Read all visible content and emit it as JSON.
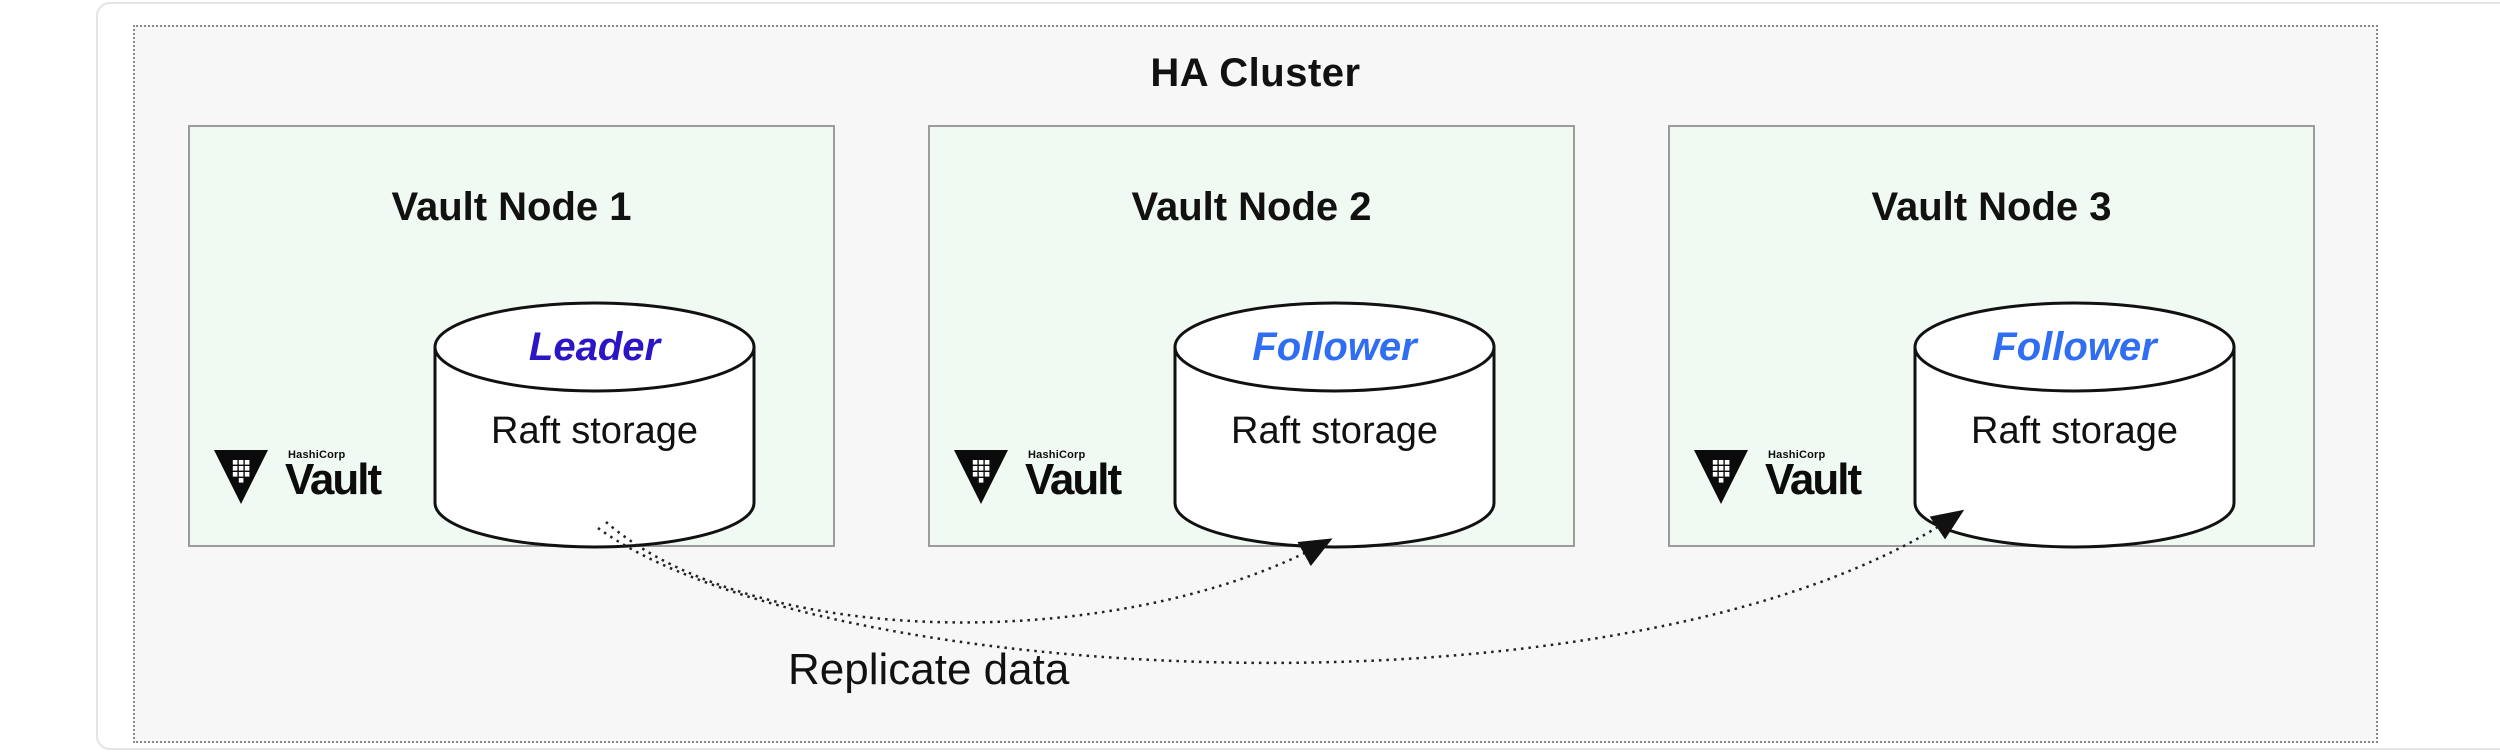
{
  "diagram": {
    "title": "HA Cluster",
    "replication_label": "Replicate data",
    "logo": {
      "brand": "HashiCorp",
      "product": "Vault"
    },
    "colors": {
      "leader": "#2B16C6",
      "follower": "#2F6DF2",
      "node_fill": "#f0f9f2",
      "cluster_fill": "#f7f7f7",
      "box_border": "#9c9c9c",
      "arrow": "#222222"
    },
    "nodes": [
      {
        "title": "Vault Node 1",
        "role": "Leader",
        "role_style": "color:#2B16C6",
        "storage": "Raft storage"
      },
      {
        "title": "Vault Node 2",
        "role": "Follower",
        "role_style": "color:#2F6DF2",
        "storage": "Raft storage"
      },
      {
        "title": "Vault Node 3",
        "role": "Follower",
        "role_style": "color:#2F6DF2",
        "storage": "Raft storage"
      }
    ]
  }
}
